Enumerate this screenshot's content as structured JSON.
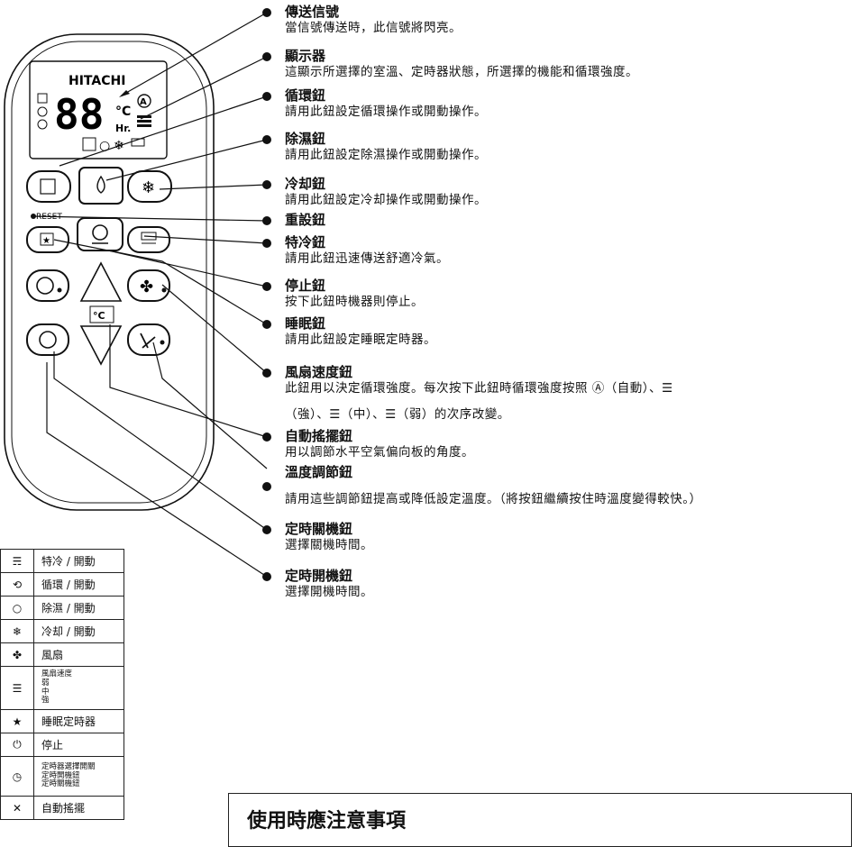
{
  "brand": "HITACHI",
  "reset_label": "RESET",
  "display_digits": "88",
  "display_unit": "°C",
  "display_hr": "Hr.",
  "labels": [
    {
      "title": "傳送信號",
      "desc": "當信號傳送時，此信號將閃亮。"
    },
    {
      "title": "顯示器",
      "desc": "這顯示所選擇的室溫、定時器狀態，所選擇的機能和循環強度。"
    },
    {
      "title": "循環鈕",
      "desc": "請用此鈕設定循環操作或開動操作。"
    },
    {
      "title": "除濕鈕",
      "desc": "請用此鈕設定除濕操作或開動操作。"
    },
    {
      "title": "冷却鈕",
      "desc": "請用此鈕設定冷却操作或開動操作。"
    },
    {
      "title": "重設鈕",
      "desc": ""
    },
    {
      "title": "特冷鈕",
      "desc": "請用此鈕迅速傳送舒適冷氣。"
    },
    {
      "title": "停止鈕",
      "desc": "按下此鈕時機器則停止。"
    },
    {
      "title": "睡眠鈕",
      "desc": "請用此鈕設定睡眠定時器。"
    },
    {
      "title": "風扇速度鈕",
      "desc": "此鈕用以決定循環強度。每次按下此鈕時循環強度按照 Ⓐ（自動）、☰",
      "desc2": "（強）、☰（中）、☰（弱）的次序改變。"
    },
    {
      "title": "自動搖擺鈕",
      "desc": "用以調節水平空氣偏向板的角度。"
    },
    {
      "title": "溫度調節鈕",
      "desc": "請用這些調節鈕提高或降低設定溫度。（將按鈕繼續按住時溫度變得較快。）"
    },
    {
      "title": "定時關機鈕",
      "desc": "選擇關機時間。"
    },
    {
      "title": "定時開機鈕",
      "desc": "選擇開機時間。"
    }
  ],
  "legend": [
    {
      "icon": "☴",
      "label": "特冷 / 開動"
    },
    {
      "icon": "⟲",
      "label": "循環 / 開動"
    },
    {
      "icon": "○",
      "label": "除濕 / 開動"
    },
    {
      "icon": "❄",
      "label": "冷却 / 開動"
    },
    {
      "icon": "✤",
      "label": "風扇"
    },
    {
      "icon": "☰",
      "label": "風扇速度",
      "sub": [
        "弱",
        "中",
        "強"
      ]
    },
    {
      "icon": "★",
      "label": "睡眠定時器"
    },
    {
      "icon": "⏻",
      "label": "停止"
    },
    {
      "icon": "◷",
      "label": "定時器選擇開關",
      "sub": [
        "定時開機鈕",
        "定時關機鈕"
      ]
    },
    {
      "icon": "✕",
      "label": "自動搖擺"
    }
  ],
  "notice_title": "使用時應注意事項"
}
